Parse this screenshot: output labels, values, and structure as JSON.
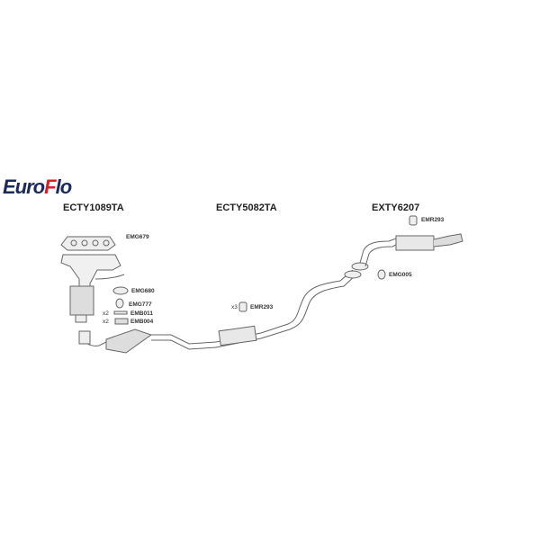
{
  "brand": {
    "logo_text_1": "Euro",
    "logo_text_2": "F",
    "logo_text_3": "lo",
    "primary_color": "#1c2a5a",
    "accent_color": "#d42027"
  },
  "sections": [
    {
      "code": "ECTY1089TA"
    },
    {
      "code": "ECTY5082TA"
    },
    {
      "code": "EXTY6207"
    }
  ],
  "parts": [
    {
      "label": "EMG679",
      "qty": ""
    },
    {
      "label": "EMG680",
      "qty": ""
    },
    {
      "label": "EMG777",
      "qty": ""
    },
    {
      "label": "EMB011",
      "qty": "x2"
    },
    {
      "label": "EMB004",
      "qty": "x2"
    },
    {
      "label": "EMR293",
      "qty": "x3"
    },
    {
      "label": "EMR293",
      "qty": ""
    },
    {
      "label": "EMG005",
      "qty": ""
    }
  ]
}
